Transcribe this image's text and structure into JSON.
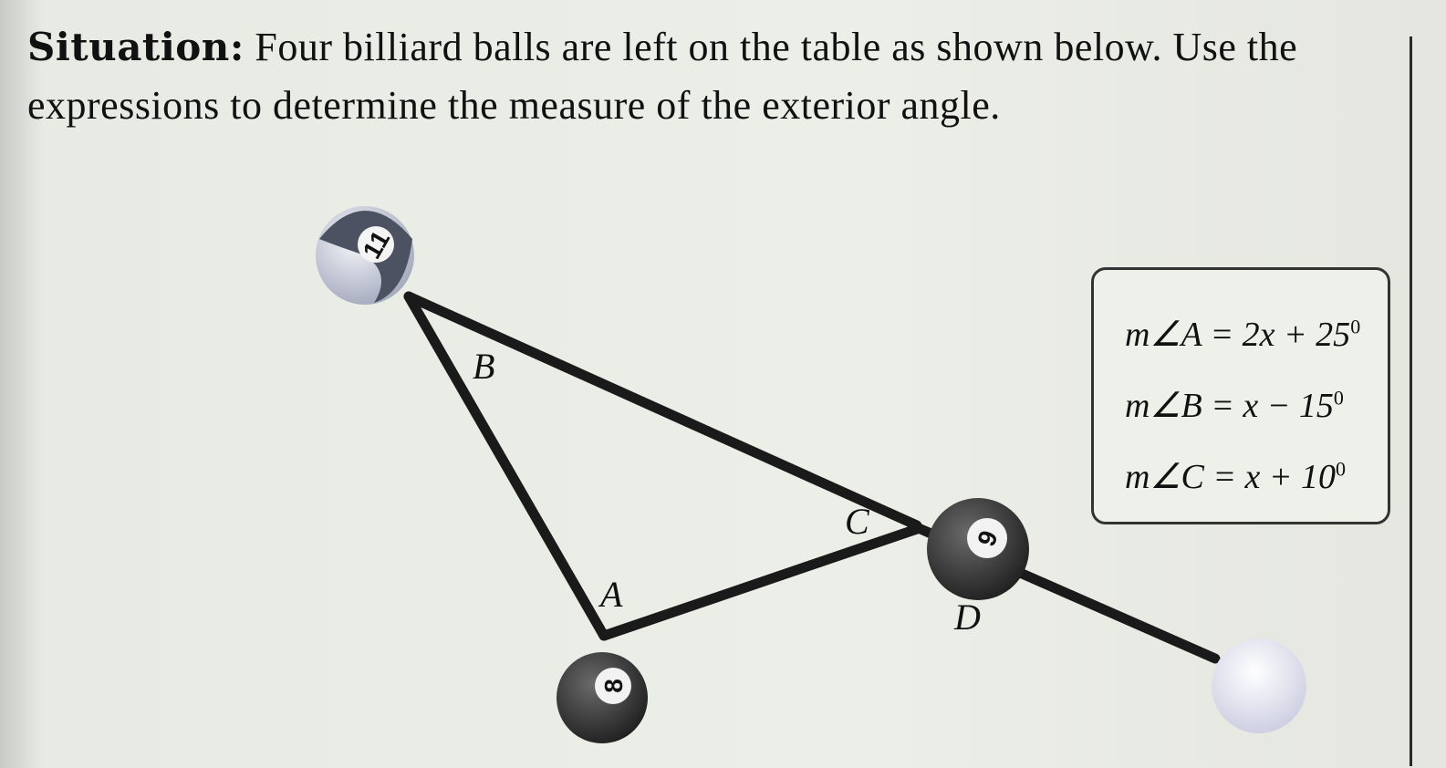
{
  "situation": {
    "heading": "Situation:",
    "text": "Four billiard balls are left on the table as shown below. Use the expressions to determine the measure of the exterior angle."
  },
  "diagram": {
    "vertex_labels": {
      "A": "A",
      "B": "B",
      "C": "C",
      "D": "D"
    },
    "balls": [
      {
        "number": "11",
        "style": "stripe",
        "color": "#4d5262"
      },
      {
        "number": "9",
        "style": "stripe",
        "color": "#3a3a3a"
      },
      {
        "number": "8",
        "style": "solid",
        "color": "#3d3d3d"
      },
      {
        "number": "",
        "style": "cue",
        "color": "#dde0ee"
      }
    ]
  },
  "expressions": {
    "angle_a": {
      "lhs": "m∠A = 2x + 25",
      "sup": "0"
    },
    "angle_b": {
      "lhs": "m∠B = x − 15",
      "sup": "0"
    },
    "angle_c": {
      "lhs": "m∠C = x + 10",
      "sup": "0"
    }
  }
}
